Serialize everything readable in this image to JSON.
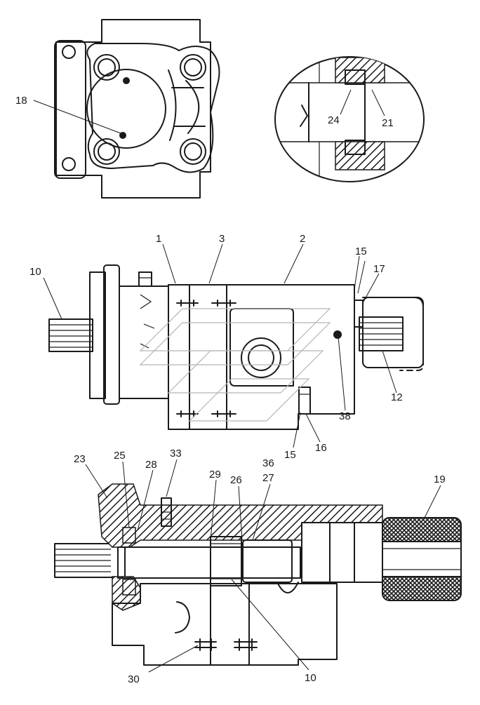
{
  "callouts": {
    "c18": "18",
    "c24": "24",
    "c21": "21",
    "c1": "1",
    "c3": "3",
    "c2": "2",
    "c15a": "15",
    "c17": "17",
    "c10a": "10",
    "c12": "12",
    "c38": "38",
    "c15b": "15",
    "c16": "16",
    "c23": "23",
    "c25": "25",
    "c28": "28",
    "c33": "33",
    "c29": "29",
    "c26": "26",
    "c36": "36",
    "c27": "27",
    "c19": "19",
    "c30": "30",
    "c10b": "10"
  }
}
